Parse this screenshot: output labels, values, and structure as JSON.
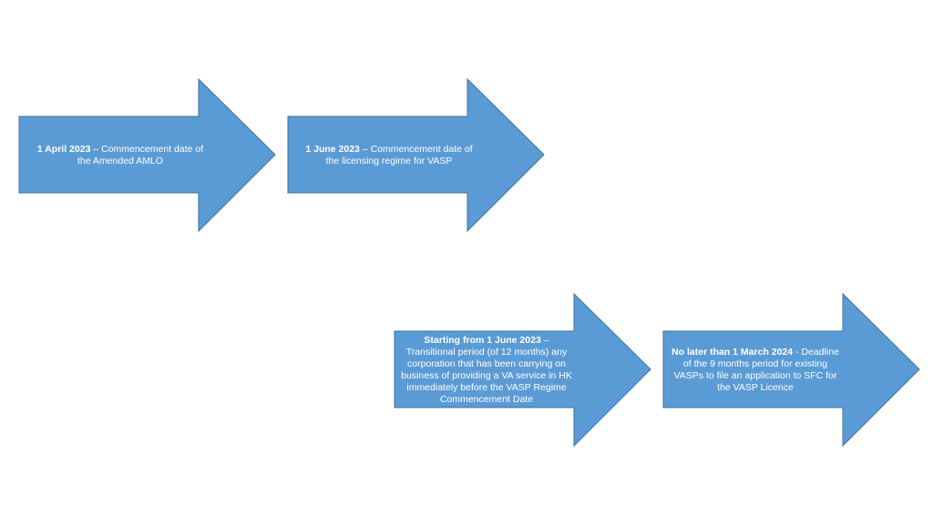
{
  "colors": {
    "arrow_fill": "#5b9bd5",
    "arrow_stroke": "#41719c",
    "text": "#ffffff",
    "background": "#ffffff"
  },
  "arrows": [
    {
      "bold": "1 April 2023",
      "text": " – Commencement date of the Amended AMLO"
    },
    {
      "bold": "1 June 2023",
      "text": " – Commencement date of the licensing regime for VASP"
    },
    {
      "bold": "Starting from 1 June 2023",
      "text": " – Transitional period (of 12 months) any corporation that has been carrying on business of providing a VA service in HK immediately before the VASP Regime Commencement Date"
    },
    {
      "bold": "No later than 1 March 2024",
      "text": " - Deadline of the 9 months period for existing VASPs to file an application to SFC for the VASP Licence"
    }
  ]
}
